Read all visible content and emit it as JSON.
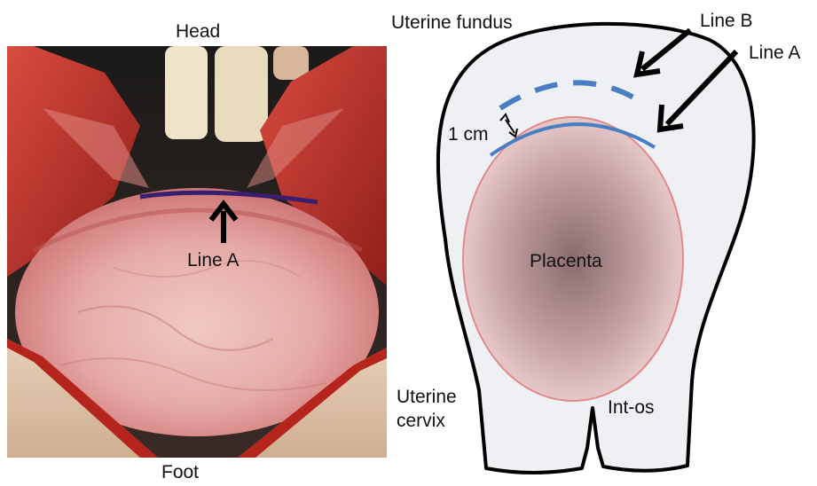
{
  "photo": {
    "top_label": "Head",
    "bottom_label": "Foot",
    "arrow_label": "Line A"
  },
  "diagram": {
    "fundus_label": "Uterine fundus",
    "line_b_label": "Line B",
    "line_a_label": "Line A",
    "distance_label": "1 cm",
    "placenta_label": "Placenta",
    "cervix_label_line1": "Uterine",
    "cervix_label_line2": "cervix",
    "os_label": "Int-os"
  },
  "colors": {
    "uterus_fill": "#eef0f4",
    "outline": "#000000",
    "line_blue": "#4a7ec4",
    "placenta_edge": "#e08a8a"
  }
}
